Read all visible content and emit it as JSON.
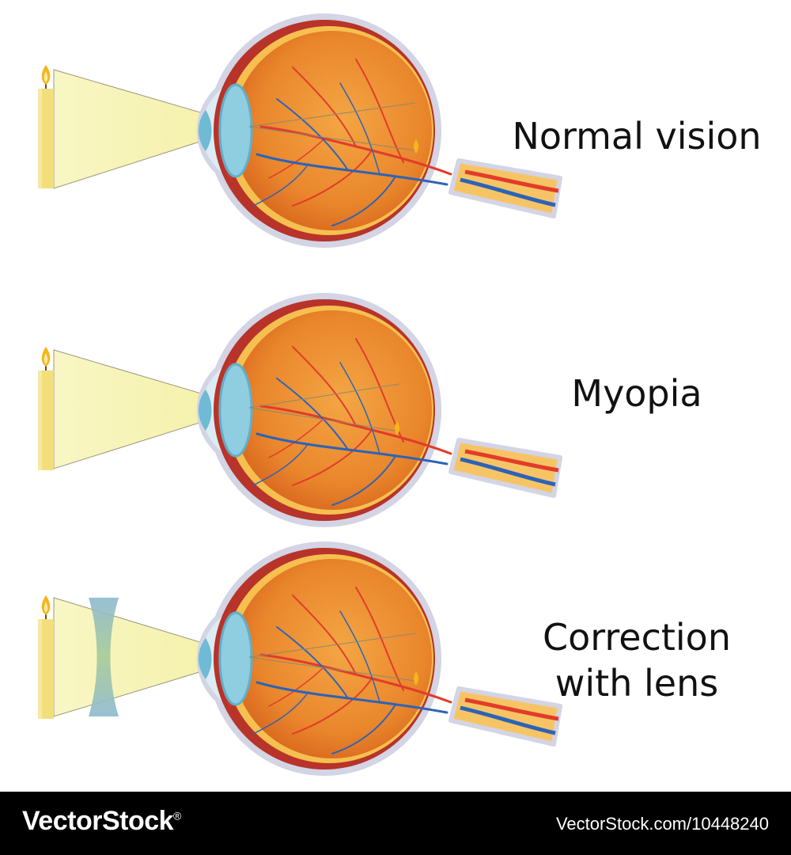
{
  "labels": {
    "normal": "Normal vision",
    "myopia": "Myopia",
    "correction_line1": "Correction",
    "correction_line2": "with lens"
  },
  "footer": {
    "brand": "VectorStock",
    "registered_mark": "®",
    "reference": "VectorStock.com/10448240"
  },
  "colors": {
    "background": "#ffffff",
    "light_beam": "#f6f3b8",
    "candle": "#f3de7c",
    "flame": "#f5b51b",
    "eyeball": "#e9862b",
    "sclera_outline": "#d3d4e4",
    "choroid": "#b8332a",
    "cornea": "#c5e7f2",
    "eye_lens": "#8fcde0",
    "optic_nerve": "#f7c465",
    "artery": "#e23c2a",
    "vein": "#2d63b8",
    "corrective_lens": "#9fc4cc",
    "footer_bg": "#000000",
    "footer_text": "#ffffff"
  }
}
